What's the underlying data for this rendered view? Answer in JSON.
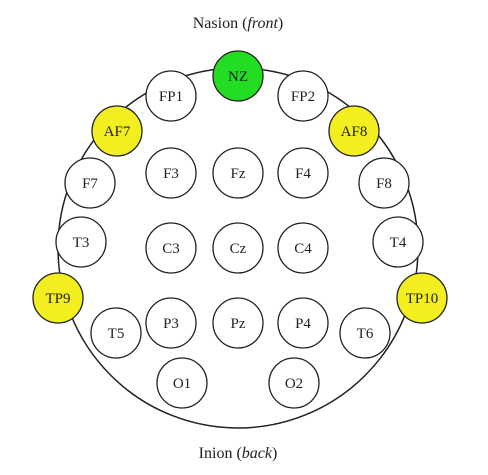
{
  "title": {
    "main": "Nasion (",
    "emph": "front",
    "end": ")"
  },
  "bottom": {
    "main": "Inion (",
    "emph": "back",
    "end": ")"
  },
  "colors": {
    "green": "#22dd22",
    "yellow": "#f2ee20",
    "white": "#ffffff",
    "stroke": "#222222"
  },
  "electrodes": [
    {
      "label": "NZ",
      "color": "green"
    },
    {
      "label": "FP1",
      "color": "white"
    },
    {
      "label": "FP2",
      "color": "white"
    },
    {
      "label": "AF7",
      "color": "yellow"
    },
    {
      "label": "AF8",
      "color": "yellow"
    },
    {
      "label": "F7",
      "color": "white"
    },
    {
      "label": "F3",
      "color": "white"
    },
    {
      "label": "Fz",
      "color": "white"
    },
    {
      "label": "F4",
      "color": "white"
    },
    {
      "label": "F8",
      "color": "white"
    },
    {
      "label": "T3",
      "color": "white"
    },
    {
      "label": "C3",
      "color": "white"
    },
    {
      "label": "Cz",
      "color": "white"
    },
    {
      "label": "C4",
      "color": "white"
    },
    {
      "label": "T4",
      "color": "white"
    },
    {
      "label": "TP9",
      "color": "yellow"
    },
    {
      "label": "TP10",
      "color": "yellow"
    },
    {
      "label": "T5",
      "color": "white"
    },
    {
      "label": "P3",
      "color": "white"
    },
    {
      "label": "Pz",
      "color": "white"
    },
    {
      "label": "P4",
      "color": "white"
    },
    {
      "label": "T6",
      "color": "white"
    },
    {
      "label": "O1",
      "color": "white"
    },
    {
      "label": "O2",
      "color": "white"
    }
  ]
}
